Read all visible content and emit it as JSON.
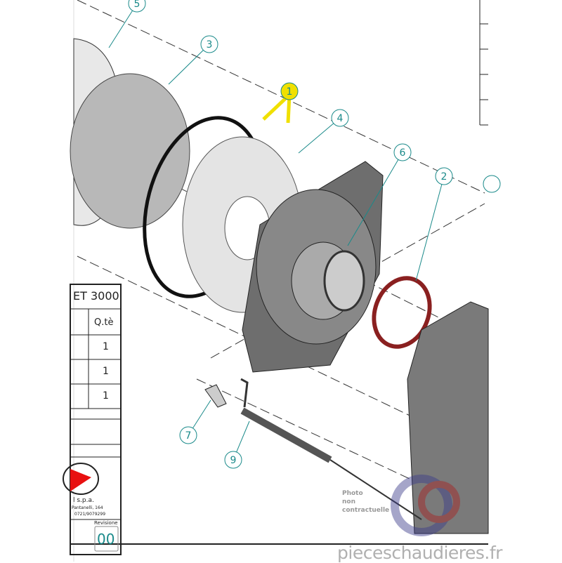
{
  "title_block": {
    "model": "ET 3000",
    "qty_header": "Q.tè",
    "quantities": [
      "1",
      "1",
      "1"
    ],
    "company": "l s.p.a.",
    "address": "Pantanelli, 164",
    "phone": "0721/9079299",
    "revision_label": "Revisione",
    "revision_value": "00"
  },
  "callouts": [
    "5",
    "3",
    "1",
    "4",
    "6",
    "2",
    "7",
    "9"
  ],
  "watermark": {
    "photo_note_1": "Photo",
    "photo_note_2": "non",
    "photo_note_3": "contractuelle",
    "site": "pieceschaudieres.fr"
  },
  "colors": {
    "callout": "#1a8a8a",
    "highlight": "#f0e000",
    "gasket": "#8a2020"
  }
}
